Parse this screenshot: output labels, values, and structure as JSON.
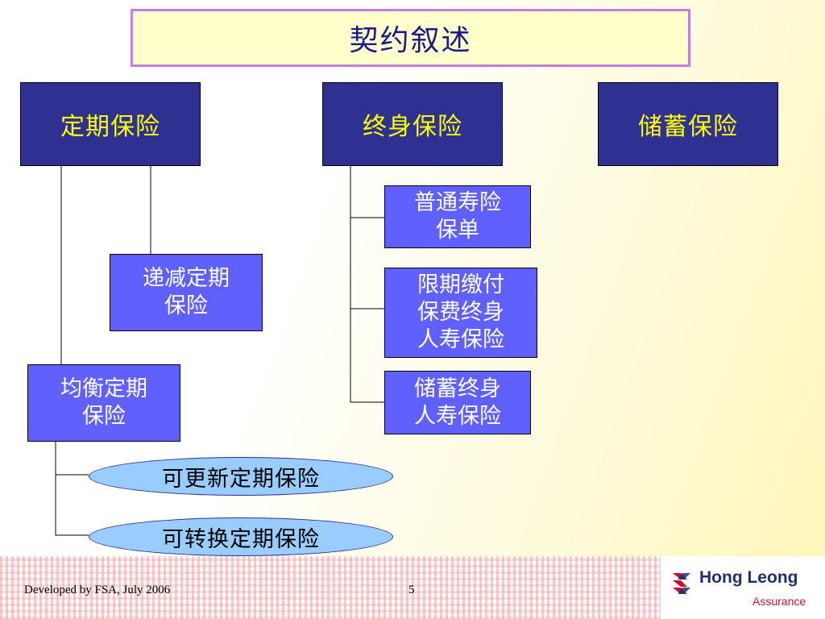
{
  "title": "契约叙述",
  "categories": [
    "定期保险",
    "终身保险",
    "储蓄保险"
  ],
  "term_sub": {
    "decreasing": "递减定期\n保险",
    "level": "均衡定期\n保险",
    "renewable": "可更新定期保险",
    "convertible": "可转换定期保险"
  },
  "whole_life_sub": [
    "普通寿险\n保单",
    "限期缴付\n保费终身\n人寿保险",
    "储蓄终身\n人寿保险"
  ],
  "footer": {
    "credit": "Developed by FSA, July 2006",
    "page": "5"
  },
  "logo": {
    "name": "Hong Leong",
    "sub": "Assurance",
    "icon": "hong-leong-logo-icon"
  },
  "colors": {
    "category_bg": "#2e3192",
    "category_text": "#ffff00",
    "sub_bg": "#6060ff",
    "oval_bg": "#99ccff",
    "title_border": "#c57de0"
  }
}
